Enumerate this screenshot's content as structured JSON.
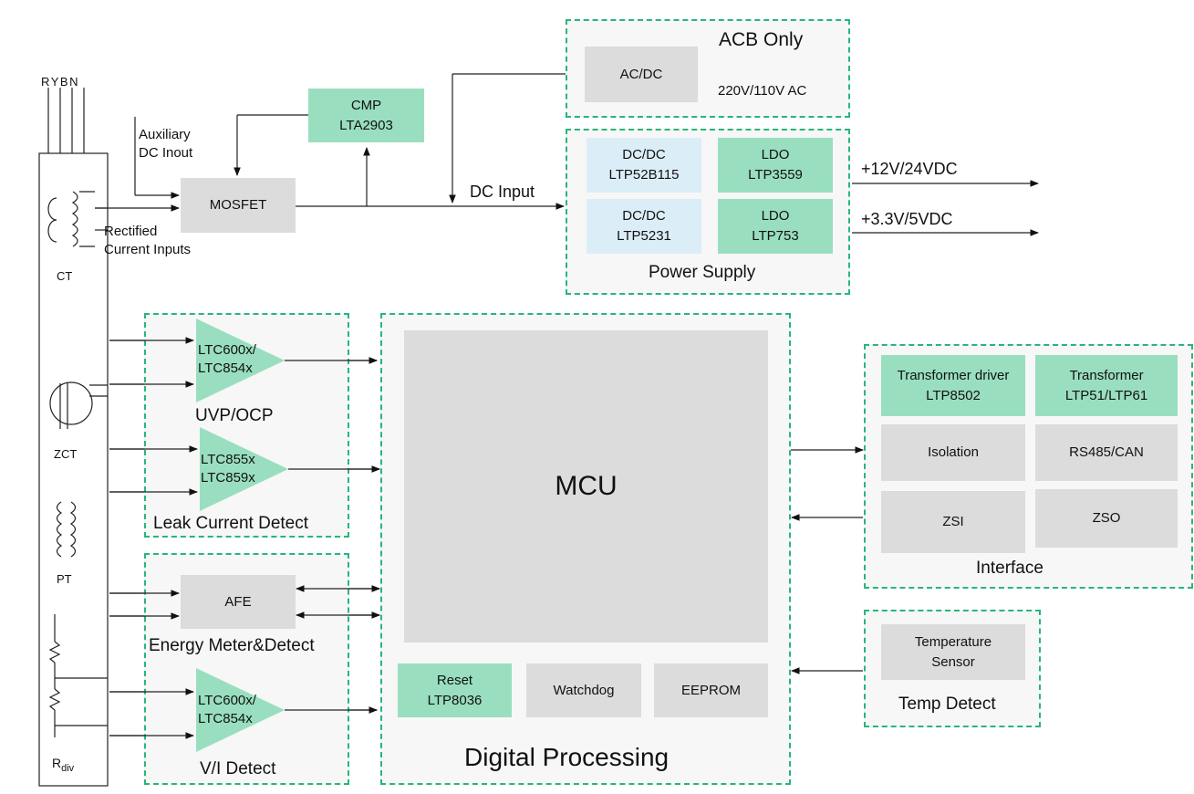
{
  "colors": {
    "block_grey": "#dcdcdc",
    "block_green": "#99dfbf",
    "block_blue": "#dbeef8",
    "group_border": "#27b67a",
    "amp_fill": "#99dfbf"
  },
  "sensors": {
    "phases": "R Y B N",
    "ct": "CT",
    "zct": "ZCT",
    "pt": "PT",
    "rdiv_main": "R",
    "rdiv_sub": "div"
  },
  "labels": {
    "auxiliary_dc": "Auxiliary\nDC Inout",
    "rectified": "Rectified\nCurrent Inputs",
    "dc_input": "DC Input",
    "out_12v": "+12V/24VDC",
    "out_33v": "+3.3V/5VDC",
    "ac_in": "220V/110V AC"
  },
  "blocks": {
    "mosfet": "MOSFET",
    "cmp": "CMP\nLTA2903",
    "acdc": "AC/DC",
    "dcdc1": "DC/DC\nLTP52B115",
    "dcdc2": "DC/DC\nLTP5231",
    "ldo1": "LDO\nLTP3559",
    "ldo2": "LDO\nLTP753",
    "mcu": "MCU",
    "reset": "Reset\nLTP8036",
    "watchdog": "Watchdog",
    "eeprom": "EEPROM",
    "afe": "AFE",
    "transformer_driver": "Transformer driver\nLTP8502",
    "transformer": "Transformer\nLTP51/LTP61",
    "isolation": "Isolation",
    "rs485": "RS485/CAN",
    "zsi": "ZSI",
    "zso": "ZSO",
    "temp_sensor": "Temperature\nSensor"
  },
  "amps": {
    "uvp": "LTC600x/\nLTC854x",
    "leak": "LTC855x\nLTC859x",
    "vi": "LTC600x/\nLTC854x"
  },
  "groups": {
    "acb": "ACB Only",
    "power": "Power Supply",
    "uvp": "UVP/OCP",
    "leak": "Leak Current Detect",
    "energy": "Energy Meter&Detect",
    "vi": "V/I Detect",
    "digital": "Digital Processing",
    "interface": "Interface",
    "temp": "Temp Detect"
  }
}
